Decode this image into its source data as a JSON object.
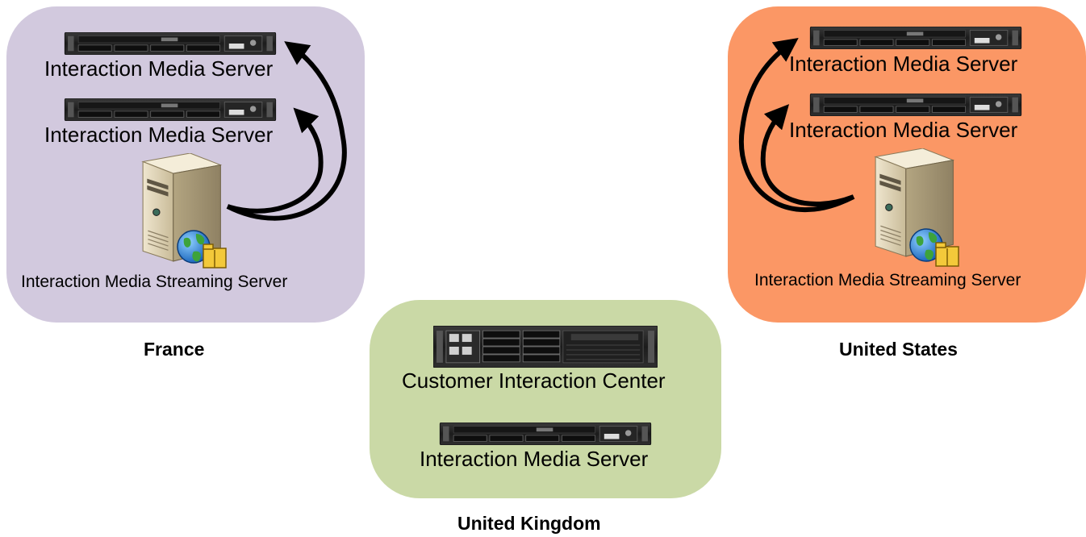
{
  "colors": {
    "france_region": "#d2c9de",
    "us_region": "#fb9765",
    "uk_region": "#cad9a6",
    "arrow": "#000000"
  },
  "regions": {
    "france": {
      "label": "France",
      "servers": [
        "Interaction Media Server",
        "Interaction Media Server"
      ],
      "streaming_server": "Interaction Media Streaming Server"
    },
    "united_states": {
      "label": "United States",
      "servers": [
        "Interaction Media Server",
        "Interaction Media Server"
      ],
      "streaming_server": "Interaction Media Streaming Server"
    },
    "united_kingdom": {
      "label": "United Kingdom",
      "cic": "Customer Interaction Center",
      "server": "Interaction Media Server"
    }
  },
  "icons": [
    "rack-server-icon",
    "tower-server-icon",
    "globe-icon",
    "folder-icon"
  ]
}
